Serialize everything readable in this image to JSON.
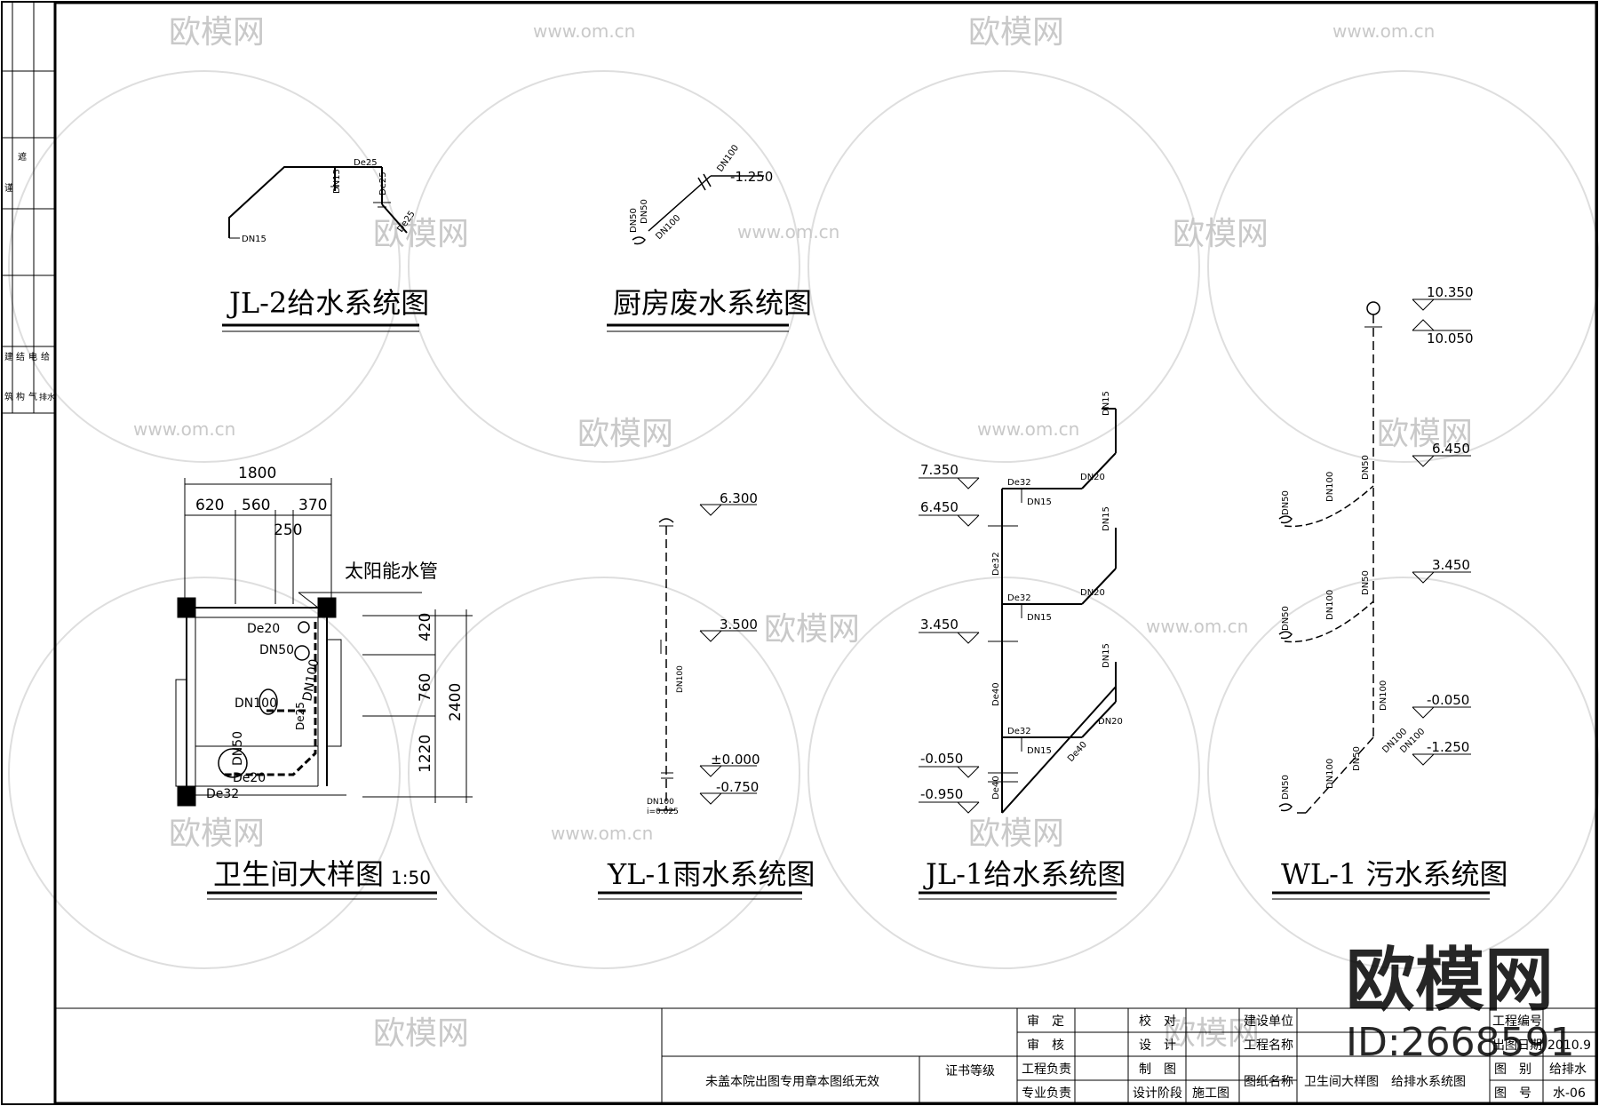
{
  "drawing_titles": {
    "jl2": "JL-2给水系统图",
    "kitchen": "厨房废水系统图",
    "bathroom": "卫生间大样图",
    "bathroom_scale": "1:50",
    "yl1": "YL-1雨水系统图",
    "jl1": "JL-1给水系统图",
    "wl1": "WL-1 污水系统图"
  },
  "left_strip": {
    "top_labels": [
      "建",
      "结",
      "电",
      "给"
    ],
    "top_labels2": [
      "筑",
      "构",
      "气",
      "排水"
    ],
    "side_labels": [
      "遮",
      "谨"
    ]
  },
  "jl2_labels": {
    "dn15_a": "DN15",
    "de25_a": "De25",
    "dn15_b": "DN15",
    "de25_b": "De25",
    "de25_c": "De25"
  },
  "kitchen_labels": {
    "dn100_a": "DN100",
    "level": "-1.250",
    "dn50_a": "DN50",
    "dn50_b": "DN50",
    "dn100_b": "DN100"
  },
  "bathroom": {
    "dims": {
      "total": "1800",
      "d1": "620",
      "d2": "560",
      "d3": "370",
      "d4": "250",
      "v1": "420",
      "v2": "760",
      "v3": "1220",
      "vtotal": "2400"
    },
    "solar_pipe": "太阳能水管",
    "labels": {
      "de20_a": "De20",
      "dn50_a": "DN50",
      "dn100_a": "DN100",
      "dn100_b": "DN100",
      "de25": "De25",
      "dn50_b": "DN50",
      "de20_b": "De20",
      "de32": "De32"
    }
  },
  "yl1": {
    "levels": [
      "6.300",
      "3.500",
      "±0.000",
      "-0.750"
    ],
    "dn100_v": "DN100",
    "dn100_h": "DN100",
    "slope": "i=0.025"
  },
  "jl1": {
    "levels": [
      "7.350",
      "6.450",
      "3.450",
      "-0.050",
      "-0.950"
    ],
    "de32": [
      "De32",
      "De32",
      "De32"
    ],
    "dn15": [
      "DN15",
      "DN15",
      "DN15"
    ],
    "dn20": [
      "DN20",
      "DN20",
      "DN20"
    ],
    "dn15_top": [
      "DN15",
      "DN15",
      "DN15"
    ],
    "de32_riser": "De32",
    "de40_riser": "De40",
    "de40_riser2": "De40",
    "de40_branch": "De40"
  },
  "wl1": {
    "levels": [
      "10.350",
      "10.050",
      "6.450",
      "3.450",
      "-0.050",
      "-1.250"
    ],
    "dn50": [
      "DN50",
      "DN50",
      "DN50"
    ],
    "dn100": [
      "DN100",
      "DN100",
      "DN100"
    ],
    "dn50_b": [
      "DN50",
      "DN50",
      "DN50"
    ],
    "riser": "DN100",
    "bottom_a": "DN100",
    "bottom_b": "DN100"
  },
  "title_block": {
    "approve": "审　定",
    "check": "审　核",
    "proofread": "校　对",
    "design": "设　计",
    "draw": "制　图",
    "project_lead": "工程负责",
    "discipline_lead": "专业负责",
    "design_stage": "设计阶段",
    "construction_drawing": "施工图",
    "cert_grade": "证书等级",
    "seal_note": "未盖本院出图专用章本图纸无效",
    "client": "建设单位",
    "project_name": "工程名称",
    "drawing_name_label": "图纸名称",
    "drawing_name": "卫生间大样图　给排水系统图",
    "project_no": "工程编号",
    "date_label": "出图日期",
    "date": "2010.9",
    "category_label": "图　别",
    "category": "给排水",
    "number_label": "图　号",
    "number": "水-06"
  },
  "watermark": {
    "brand": "欧模网",
    "site": "www.om.cn",
    "id": "ID:2668591"
  }
}
